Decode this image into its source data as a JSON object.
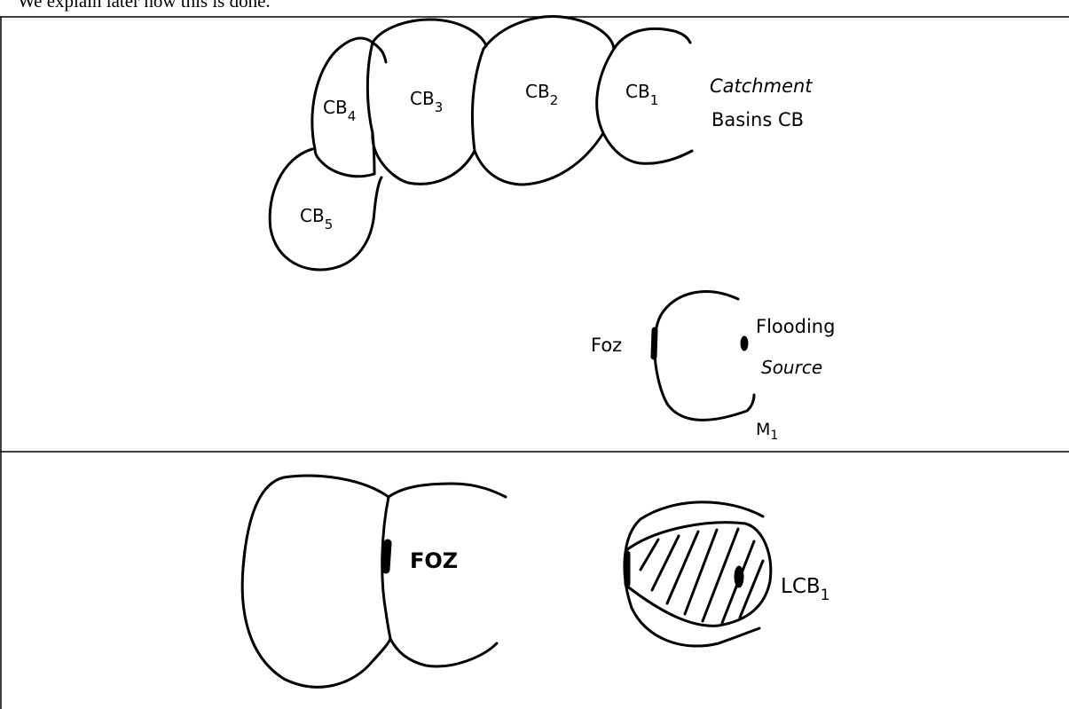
{
  "caption": "We explain later how this is done.",
  "panel_top": {
    "basin_labels": [
      {
        "base": "CB",
        "sub": "4"
      },
      {
        "base": "CB",
        "sub": "3"
      },
      {
        "base": "CB",
        "sub": "2"
      },
      {
        "base": "CB",
        "sub": "1"
      },
      {
        "base": "CB",
        "sub": "5"
      }
    ],
    "catchment_caption_line1": "Catchment",
    "catchment_caption_line2": "Basins CB",
    "foz_label": "Foz",
    "flooding_line1": "Flooding",
    "flooding_line2": "Source",
    "marker_label": {
      "base": "M",
      "sub": "1"
    }
  },
  "panel_bottom": {
    "foz_label": "FOZ",
    "lcb_label": {
      "base": "LCB",
      "sub": "1"
    }
  }
}
